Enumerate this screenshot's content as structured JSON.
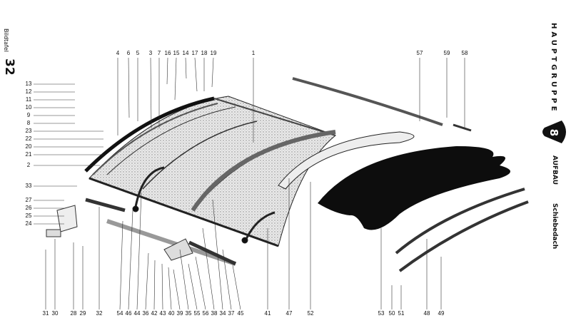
{
  "plate": {
    "label": "Bildtafel",
    "number": "32"
  },
  "group": {
    "title": "HAUPTGRUPPE",
    "number": "8",
    "section": "AUFBAU",
    "subsection": "Schiebedach"
  },
  "labels": {
    "top": [
      "4",
      "6",
      "5",
      "3",
      "7",
      "16",
      "15",
      "14",
      "17",
      "18",
      "19",
      "1",
      "57",
      "59",
      "58"
    ],
    "left": [
      "13",
      "12",
      "11",
      "10",
      "9",
      "8",
      "23",
      "22",
      "20",
      "21",
      "2",
      "33",
      "27",
      "26",
      "25",
      "24"
    ],
    "bottom": [
      "31",
      "30",
      "28",
      "29",
      "32",
      "54",
      "46",
      "44",
      "36",
      "42",
      "43",
      "40",
      "39",
      "35",
      "55",
      "56",
      "38",
      "34",
      "37",
      "45",
      "41",
      "47",
      "52",
      "53",
      "50",
      "51",
      "48",
      "49"
    ]
  }
}
